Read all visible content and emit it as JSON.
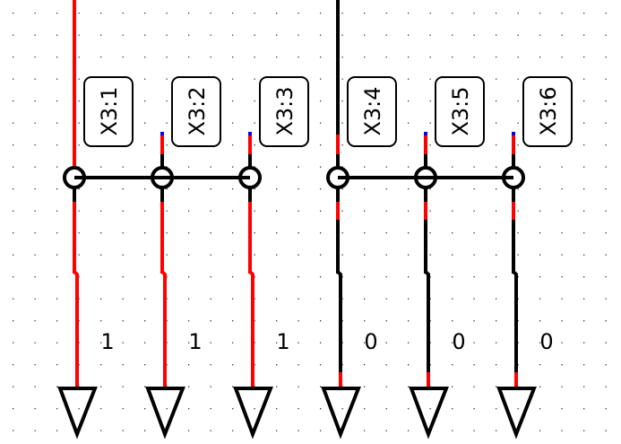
{
  "colors": {
    "high": "#ff0000",
    "low": "#000000",
    "floating": "#0000ff"
  },
  "splitters": [
    {
      "pins": [
        {
          "label": "X3:1",
          "value": "1",
          "state": "high"
        },
        {
          "label": "X3:2",
          "value": "1",
          "state": "high"
        },
        {
          "label": "X3:3",
          "value": "1",
          "state": "high"
        }
      ],
      "input_state": "high"
    },
    {
      "pins": [
        {
          "label": "X3:4",
          "value": "0",
          "state": "low"
        },
        {
          "label": "X3:5",
          "value": "0",
          "state": "low"
        },
        {
          "label": "X3:6",
          "value": "0",
          "state": "low"
        }
      ],
      "input_state": "low"
    }
  ]
}
